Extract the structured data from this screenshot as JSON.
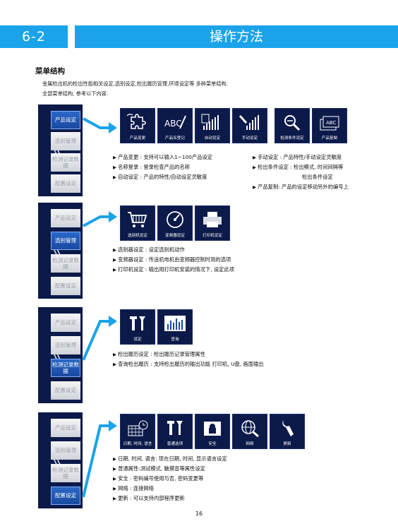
{
  "header": {
    "number": "6-2",
    "title": "操作方法"
  },
  "section_title": "菜单结构",
  "intro": [
    "金属检出机的检出性能相关设定,选别设定,检出履历管理,环境设定等 多种菜单结构.",
    "全部菜单结构, 参考以下内容."
  ],
  "menu_labels": {
    "product": "产品设定",
    "sorting": "选别管理",
    "records": "检测记录数据",
    "config": "配置设定"
  },
  "blocks": [
    {
      "active": "product",
      "tiles": [
        "产品变更",
        "产品名登记",
        "自动设定",
        "手动设定",
        "检测条件设定",
        "产品复制"
      ],
      "desc_left": [
        "产品变更 : 支持可以输入1~100产品设定",
        "名称登录 : 登录检查产品的名称",
        "自动设定 : 产品的特性/自动设定灵敏度"
      ],
      "desc_right": [
        "手动设定 : 产品特性/手动设定灵敏度",
        "检出条件设定 : 检出模式, 时间间隔等",
        "检出条件设定",
        "产品复制: 产品的设定移动另外的编号上"
      ]
    },
    {
      "active": "sorting",
      "tiles": [
        "选别机设定",
        "变频器设定",
        "打印机设定"
      ],
      "desc_left": [
        "选别器设定 : 设定选别机动作",
        "变频器设定 : 传送机电机由变频器控制时用的选项",
        "打印机设定 : 输出用打印机安装的情况下, 设定此项"
      ]
    },
    {
      "active": "records",
      "tiles": [
        "设定",
        "查询"
      ],
      "desc_left": [
        "检出履历设定 : 检出履历记录管理属性",
        "查询检出履历 : 支持检出履历的输出功能 打印机, U盘, 画面输出"
      ]
    },
    {
      "active": "config",
      "tiles": [
        "日期, 时间, 语言",
        "普通选项",
        "安全",
        "网络",
        "更新"
      ],
      "desc_left": [
        "日期, 时间, 语言: 现在日期, 时间, 显示语言设定",
        "普通属性:测试模式, 触摸音等属性设定",
        "安全 : 密码编号使用与否, 密码变更等",
        "网络 : 连接网络",
        "更新 : 可以支持内部程序更新"
      ]
    }
  ],
  "page_number": "16",
  "colors": {
    "accent": "#1aa3e8",
    "panel": "#0c1a4a",
    "active": "#1f56b0"
  }
}
